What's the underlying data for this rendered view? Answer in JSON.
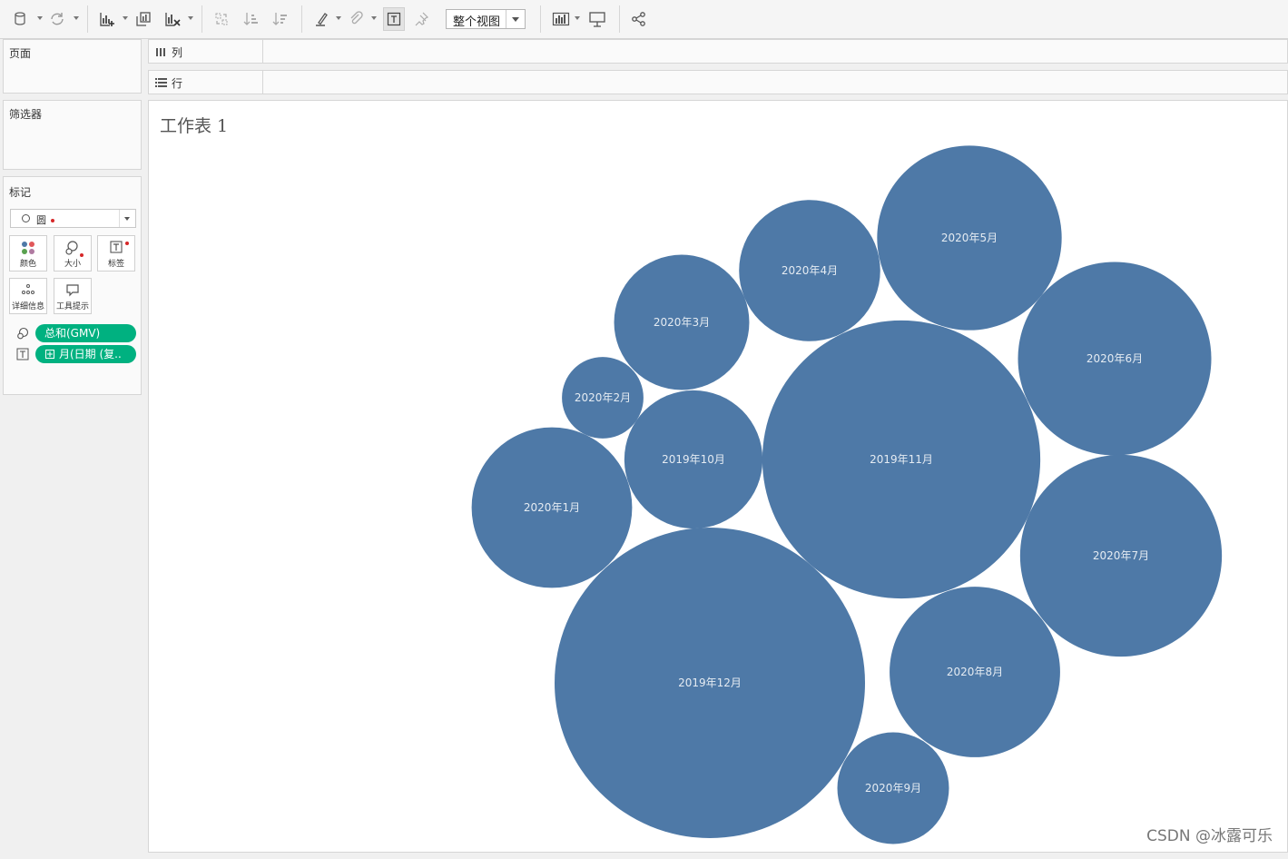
{
  "toolbar": {
    "fit_label": "整个视图",
    "icons": [
      "datasource-icon",
      "refresh-icon",
      "new-worksheet-icon",
      "duplicate-sheet-icon",
      "clear-sheet-icon",
      "swap-icon",
      "sort-ascending-icon",
      "sort-descending-icon",
      "highlight-icon",
      "group-icon",
      "label-toggle-icon",
      "pin-icon",
      "show-me-icon",
      "presentation-icon",
      "share-icon"
    ]
  },
  "cards": {
    "pages": "页面",
    "filters": "筛选器",
    "marks": "标记"
  },
  "marks": {
    "mark_type": "圆",
    "buttons": {
      "color": "颜色",
      "size": "大小",
      "label": "标签",
      "detail": "详细信息",
      "tooltip": "工具提示"
    },
    "pills": {
      "size_field": "总和(GMV)",
      "label_field": "月(日期 (复.."
    }
  },
  "shelves": {
    "columns": "列",
    "rows": "行"
  },
  "sheet": {
    "title": "工作表 1",
    "watermark": "CSDN @冰露可乐"
  },
  "colors": {
    "bubble": "#4e79a7",
    "pill": "#00b180"
  },
  "chart_data": {
    "type": "packed-bubble",
    "size_measure": "总和(GMV)",
    "label_dimension": "月(日期 (复..",
    "labels": [
      "2019年10月",
      "2019年11月",
      "2019年12月",
      "2020年1月",
      "2020年2月",
      "2020年3月",
      "2020年4月",
      "2020年5月",
      "2020年6月",
      "2020年7月",
      "2020年8月",
      "2020年9月"
    ],
    "values": [
      2.3,
      9.3,
      11.6,
      3.1,
      0.8,
      2.2,
      2.4,
      4.1,
      4.5,
      4.9,
      3.5,
      1.5
    ]
  }
}
